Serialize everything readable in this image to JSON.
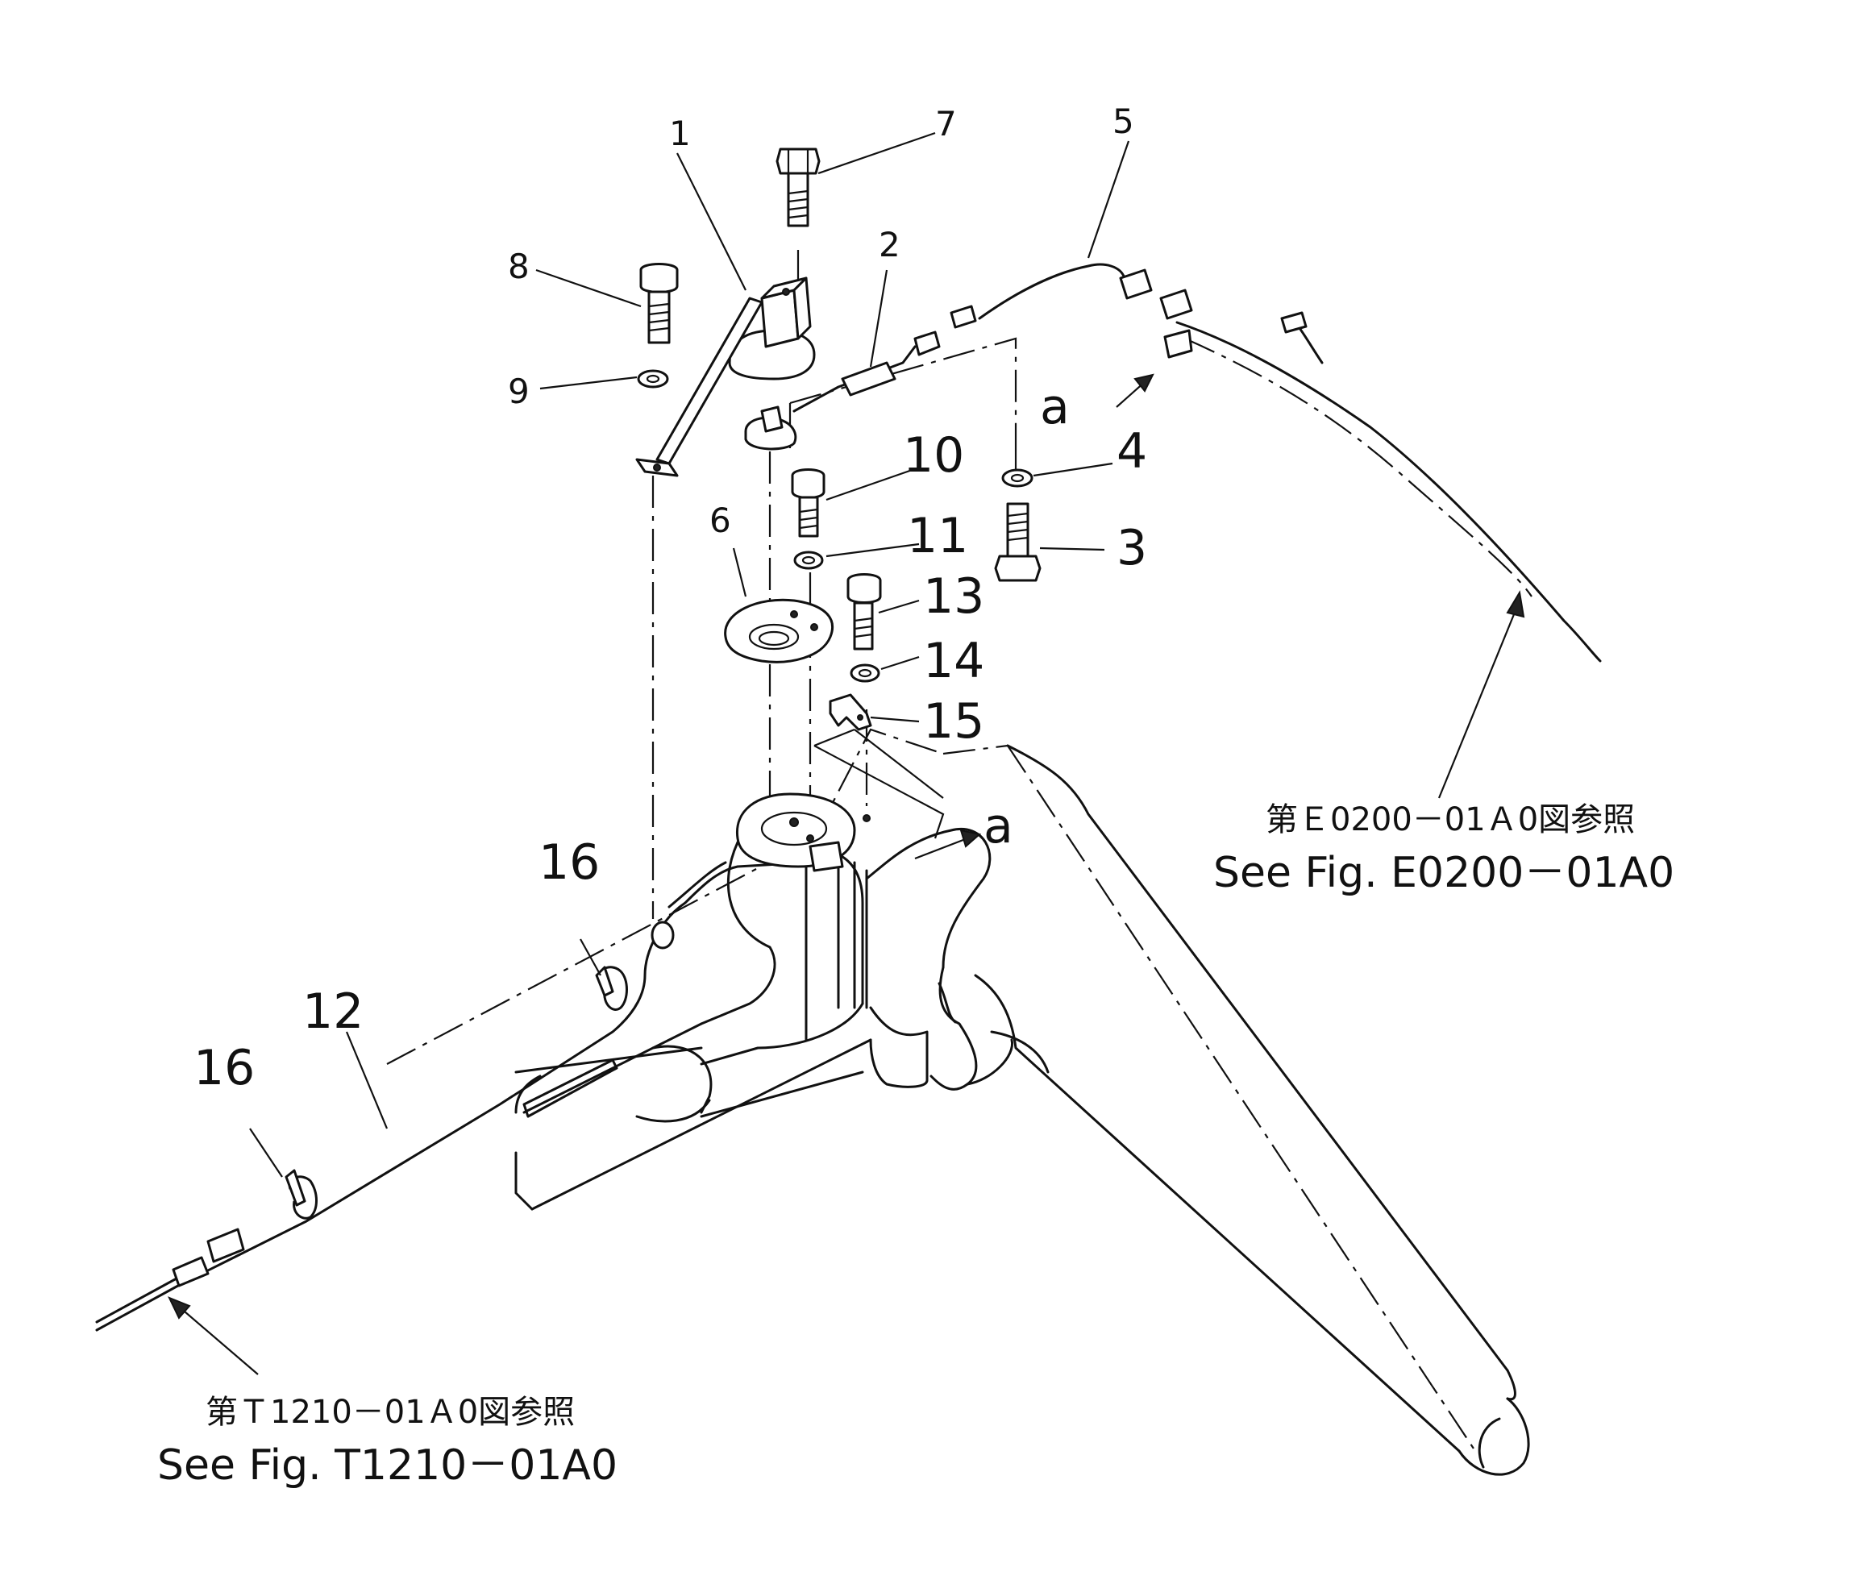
{
  "callouts": [
    {
      "id": "1",
      "text": "1"
    },
    {
      "id": "2",
      "text": "2"
    },
    {
      "id": "3",
      "text": "3"
    },
    {
      "id": "4",
      "text": "4"
    },
    {
      "id": "5",
      "text": "5"
    },
    {
      "id": "6",
      "text": "6"
    },
    {
      "id": "7",
      "text": "7"
    },
    {
      "id": "8",
      "text": "8"
    },
    {
      "id": "9",
      "text": "9"
    },
    {
      "id": "10",
      "text": "10"
    },
    {
      "id": "11",
      "text": "11"
    },
    {
      "id": "12",
      "text": "12"
    },
    {
      "id": "13",
      "text": "13"
    },
    {
      "id": "14",
      "text": "14"
    },
    {
      "id": "15",
      "text": "15"
    },
    {
      "id": "16a",
      "text": "16"
    },
    {
      "id": "16b",
      "text": "16"
    }
  ],
  "connection_marks": {
    "upper": "a",
    "lower": "a"
  },
  "references": {
    "right": {
      "japanese": "第Ｅ0200－01Ａ0図参照",
      "english": "See Fig. E0200－01A0"
    },
    "left": {
      "japanese": "第Ｔ1210－01Ａ0図参照",
      "english": "See Fig. T1210－01A0"
    }
  }
}
